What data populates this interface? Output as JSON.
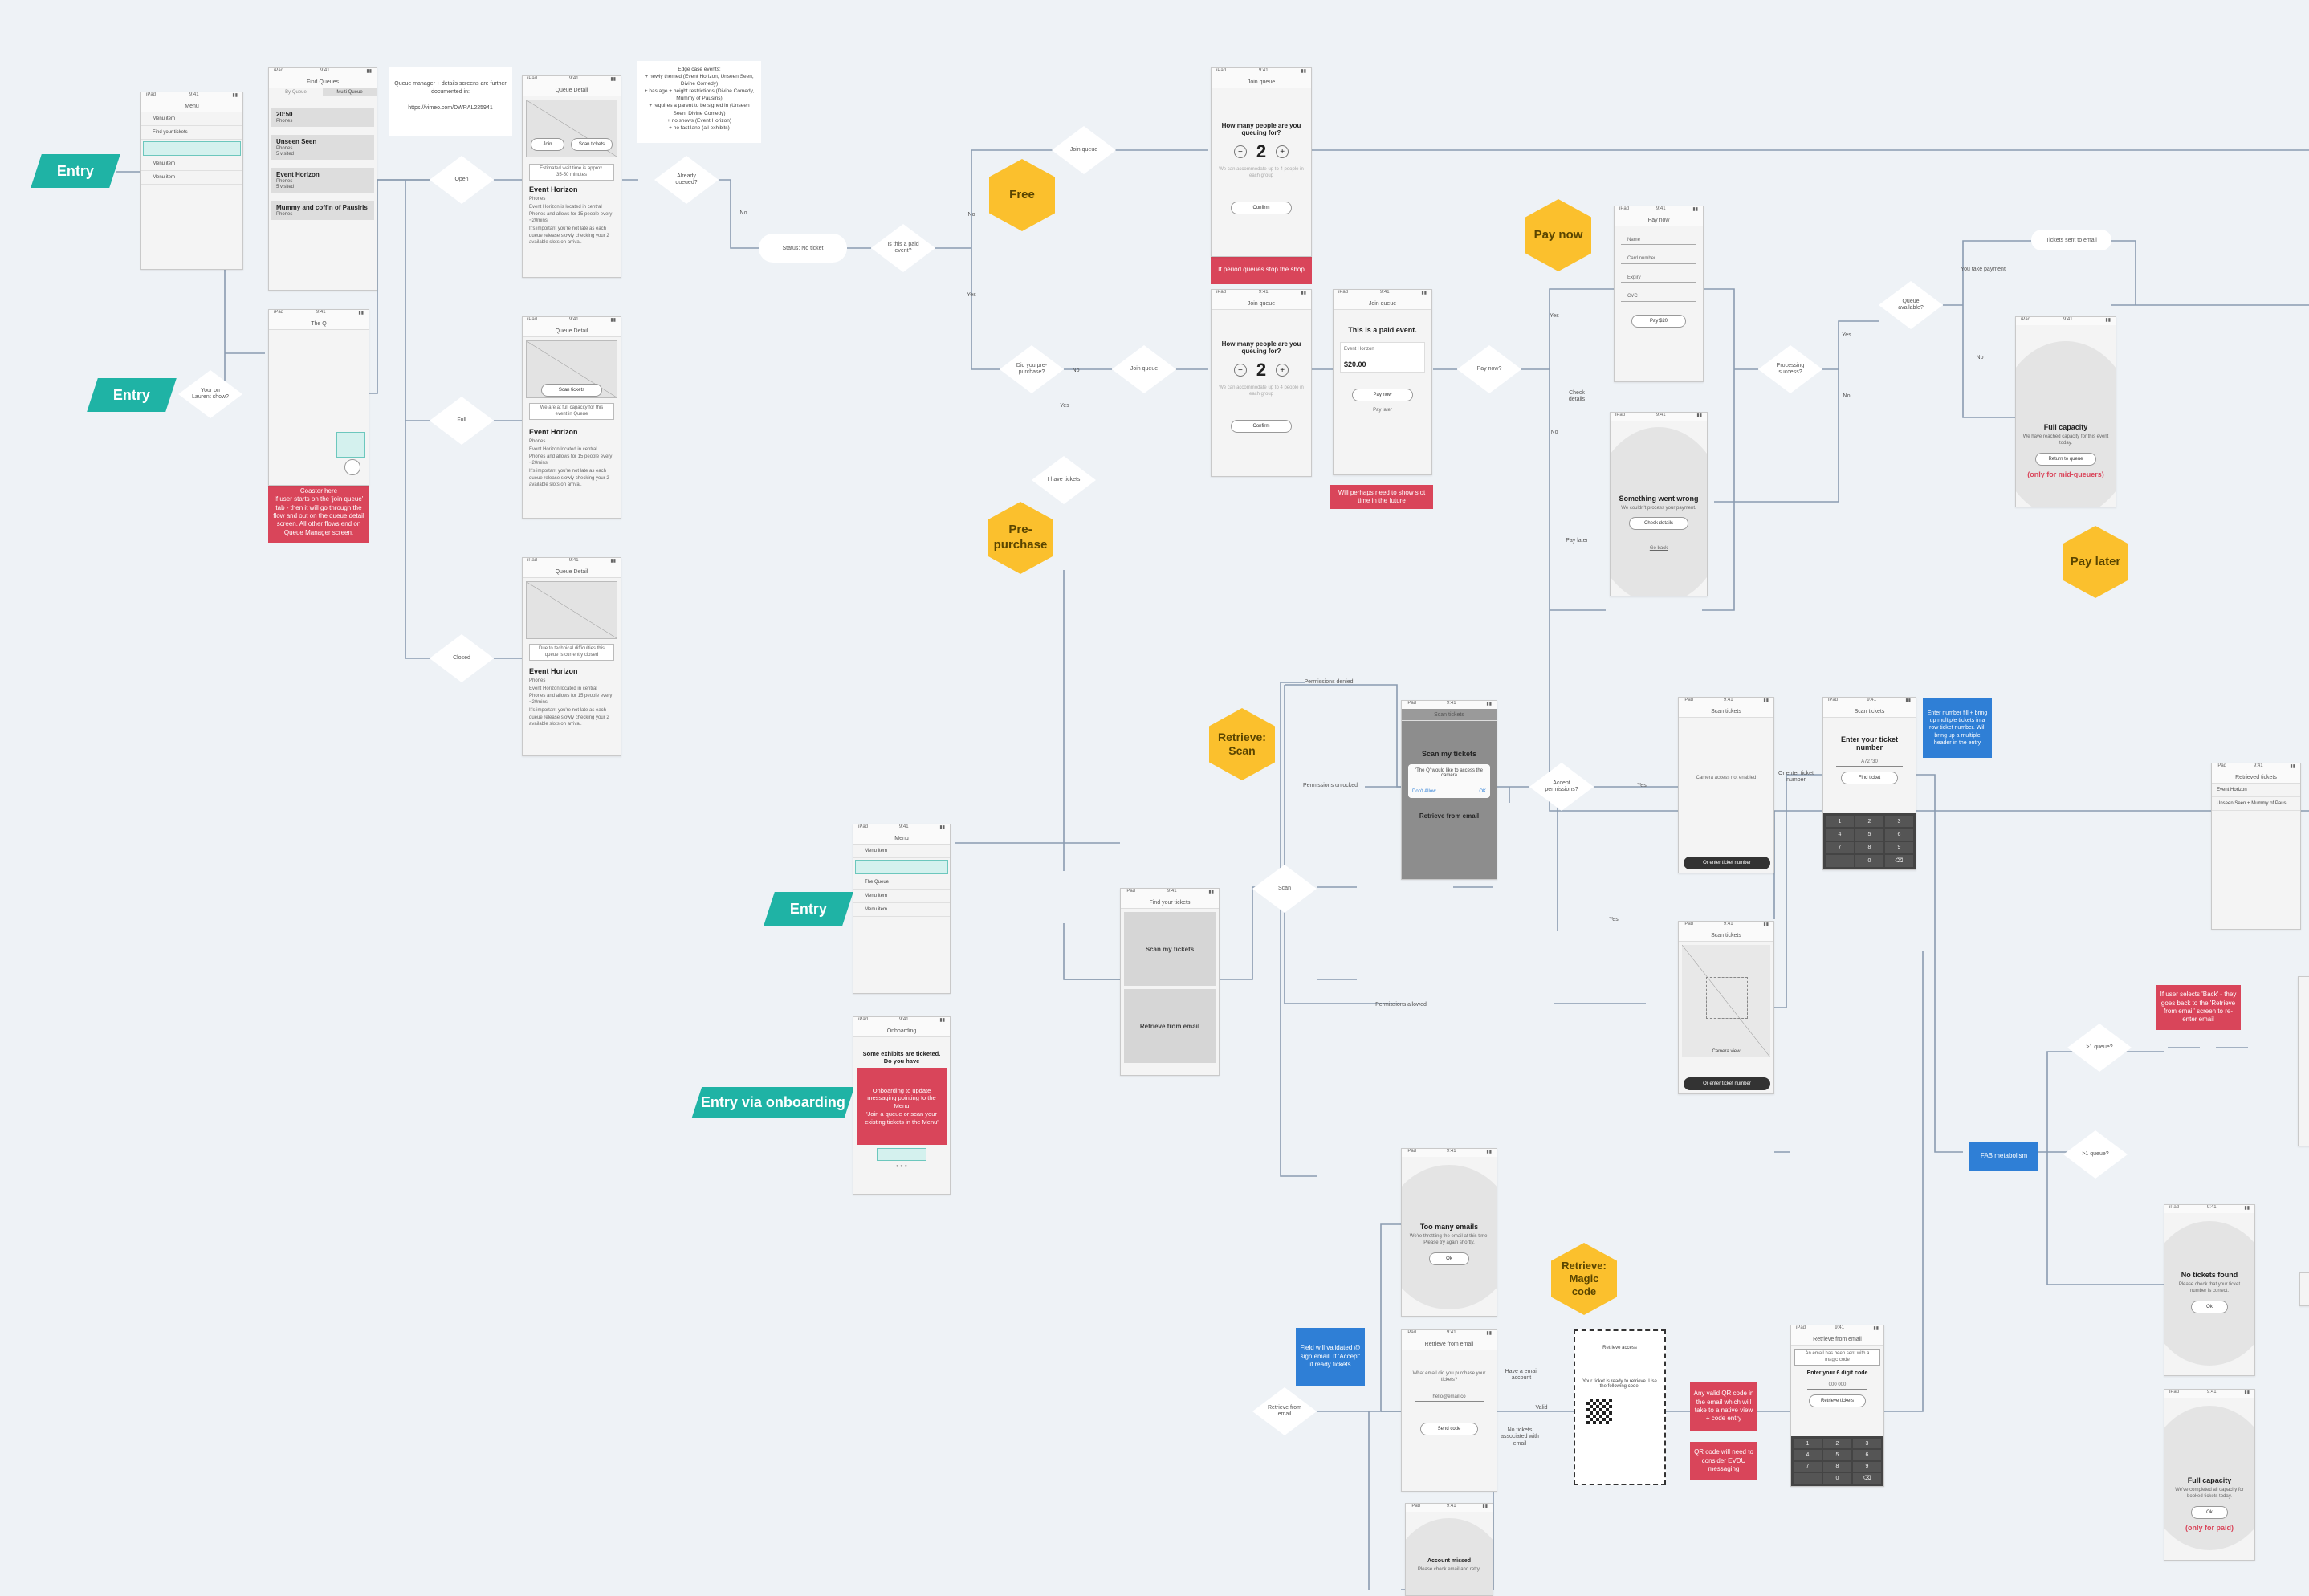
{
  "entries": {
    "e1": "Entry",
    "e2": "Entry",
    "e3": "Entry",
    "e4": "Entry via onboarding"
  },
  "hexes": {
    "free": "Free",
    "paynow": "Pay now",
    "prepurchase": "Pre-\npurchase",
    "paylater": "Pay later",
    "scan": "Retrieve:\nScan",
    "magic": "Retrieve:\nMagic\ncode"
  },
  "decisions": {
    "d_event_left": "Your on Laurent show?",
    "d_open": "Open",
    "d_full": "Full",
    "d_closed": "Closed",
    "d_already": "Already queued?",
    "d_paid": "Is this a paid event?",
    "d_prepurchased": "Did you pre-purchase?",
    "d_haveticket": "I have tickets",
    "d_joinqueue1": "Join queue",
    "d_joinqueue2": "Join queue",
    "d_payout": "Pay now?",
    "d_processing": "Processing success?",
    "d_queue_avail": "Queue available?",
    "d_scan": "Scan",
    "d_accept": "Accept permissions?",
    "d_retrieve_email": "Retrieve from email",
    "d_gt1": ">1 queue?",
    "d_gt1b": ">1 queue?"
  },
  "pills": {
    "status": "Status: No ticket",
    "tickets_email": "Tickets sent to email"
  },
  "labels": {
    "no": "No",
    "yes": "Yes",
    "check_details": "Check details",
    "pay_later": "Pay later",
    "you_take_payment": "You take payment",
    "perm_denied": "Permissions denied",
    "perm_unlocked": "Permissions unlocked",
    "perm_allowed": "Permissions allowed",
    "or_enter": "Or enter ticket number",
    "have_email": "Have a email account",
    "no_tickets_email": "No tickets associated with email",
    "valid": "Valid"
  },
  "notes": {
    "queue_manager": "Queue manager + details screens are further documented in:",
    "queue_link": "https://vimeo.com/DWRAL225941",
    "edge_cases": "Edge case events:\n+ newly themed (Event Horizon, Unseen Seen, Divine Comedy)\n+ has age + height restrictions (Divine Comedy, Mummy of Pausiris)\n+ requires a parent to be signed in (Unseen Seen, Divine Comedy)\n+ no shows (Event Horizon)\n+ no fast lane (all exhibits)"
  },
  "red_notes": {
    "r_coaster": "Coaster here\nIf user starts on the 'join queue' tab - then it will go through the flow and out on the queue detail screen. All other flows end on Queue Manager screen.",
    "r_period": "If period queues stop the shop",
    "r_paid_later": "Will perhaps need to show slot time in the future",
    "r_onboard": "Onboarding to update messaging pointing to the Menu\n'Join a queue or scan your existing tickets in the Menu'",
    "r_magic1": "Any valid QR code in the email which will take to a native view + code entry",
    "r_magic2": "QR code will need to consider EVDU messaging",
    "r_back": "If user selects 'Back' - they goes back to the 'Retrieve from email' screen to re-enter email",
    "r_onlymid": "(only for mid-queuers)",
    "r_onlypaid": "(only for paid)"
  },
  "blue_notes": {
    "b_enter": "Enter number fill + bring up multiple tickets in a row ticket number. Will bring up a multiple header in the entry",
    "b_field": "Field will validated @ sign email. It 'Accept' if ready tickets",
    "b_fab": "FAB metabolism"
  },
  "phones": {
    "menu1": {
      "title": "Menu",
      "items": [
        "Menu item",
        "Find your tickets",
        "",
        "Menu item",
        "Menu item"
      ]
    },
    "manager": {
      "title": "Find Queues",
      "tab1": "By Queue",
      "tab2": "Multi Queue",
      "cards": [
        {
          "name": "20:50",
          "sub": "Phones"
        },
        {
          "name": "Unseen Seen",
          "sub": "Phones\n5 visited"
        },
        {
          "name": "Event Horizon",
          "sub": "Phones\n5 visited"
        },
        {
          "name": "Mummy and coffin of Pausiris",
          "sub": "Phones"
        }
      ]
    },
    "tickets_tab": {
      "title": "The Q"
    },
    "detail_open": {
      "title": "Queue Detail",
      "btn1": "Join",
      "btn2": "Scan tickets",
      "info": "Estimated wait time is approx. 35-50 minutes",
      "name": "Event Horizon",
      "sub": "Phones",
      "body": "Event Horizon is located in central Phones and allows for 15 people every ~20mins.",
      "body2": "It's important you're not late as each queue release slowly checking your 2 available slots on arrival."
    },
    "detail_full": {
      "title": "Queue Detail",
      "btn1": "Scan tickets",
      "info": "We are at full capacity for this event in Queue",
      "name": "Event Horizon",
      "sub": "Phones",
      "body": "Event Horizon located in central Phones and allows for 15 people every ~20mins.",
      "body2": "It's important you're not late as each queue release slowly checking your 2 available slots on arrival."
    },
    "detail_closed": {
      "title": "Queue Detail",
      "info": "Due to technical difficulties this queue is currently closed",
      "name": "Event Horizon",
      "sub": "Phones",
      "body": "Event Horizon located in central Phones and allows for 15 people every ~20mins.",
      "body2": "It's important you're not late as each queue release slowly checking your 2 available slots on arrival."
    },
    "join1": {
      "title": "Join queue",
      "q": "How many people are you queuing for?",
      "num": "2",
      "small": "We can accommodate up to 4 people in each group",
      "btn": "Confirm"
    },
    "join2": {
      "title": "Join queue",
      "q": "How many people are you queuing for?",
      "num": "2",
      "small": "We can accommodate up to 4 people in each group",
      "btn": "Confirm"
    },
    "paid": {
      "title": "Join queue",
      "head": "This is a paid event.",
      "line1": "Event Horizon",
      "price": "$20.00",
      "btn1": "Pay now",
      "btn2": "Pay later"
    },
    "paynow": {
      "title": "Pay now",
      "fields": [
        "Name",
        "Card number",
        "Expiry",
        "CVC"
      ],
      "btn": "Pay $20"
    },
    "wrong": {
      "head": "Something went wrong",
      "body": "We couldn't process your payment.",
      "btn": "Check details",
      "link": "Go back"
    },
    "fullcap": {
      "head": "Full capacity",
      "body": "We have reached capacity for this event today.",
      "btn": "Return to queue"
    },
    "menu2": {
      "title": "Menu",
      "items": [
        "Menu item",
        "",
        "The Queue",
        "Menu item",
        "Menu item"
      ]
    },
    "onboarding": {
      "title": "Onboarding",
      "head": "Some exhibits are ticketed. Do you have"
    },
    "findtickets": {
      "title": "Find your tickets",
      "opt1": "Scan my tickets",
      "opt2": "Retrieve from email"
    },
    "scanperm": {
      "title": "Scan tickets",
      "head": "Scan my tickets",
      "dialog": "'The Q' would like to access the camera",
      "a": "Don't Allow",
      "b": "OK",
      "sub": "Retrieve from email"
    },
    "scan_denied": {
      "title": "Scan tickets",
      "body": "Camera access not enabled",
      "btn": "Or enter ticket number"
    },
    "enterticket": {
      "title": "Scan tickets",
      "head": "Enter your ticket number",
      "field": "A72730",
      "btn": "Find ticket"
    },
    "camera": {
      "title": "Scan tickets",
      "body": "Camera view",
      "btn": "Or enter ticket number"
    },
    "ticketlist": {
      "title": "Retrieved tickets",
      "row1": "Event Horizon",
      "row2": "Unseen Seen + Mummy of Paus."
    },
    "many_emails": {
      "head": "Too many emails",
      "body": "We're throttling the email at this time. Please try again shortly.",
      "btn": "Ok"
    },
    "retrieve_email": {
      "title": "Retrieve from email",
      "q": "What email did you purchase your tickets?",
      "field": "hello@email.co",
      "btn": "Send code"
    },
    "email_preview": {
      "head": "Retrieve access",
      "body": "Your ticket is ready to retrieve. Use the following code:"
    },
    "entercode": {
      "title": "Retrieve from email",
      "note": "An email has been sent with a magic code",
      "head": "Enter your 6 digit code",
      "field": "000 000",
      "btn": "Retrieve tickets"
    },
    "notickets": {
      "head": "No tickets found",
      "body": "Please check that your ticket number is correct.",
      "btn": "Ok"
    },
    "fullcap2": {
      "head": "Full capacity",
      "body": "We've completed all capacity for booked tickets today.",
      "btn": "Ok"
    },
    "account": {
      "head": "Account missed",
      "body": "Please check email and retry."
    }
  }
}
